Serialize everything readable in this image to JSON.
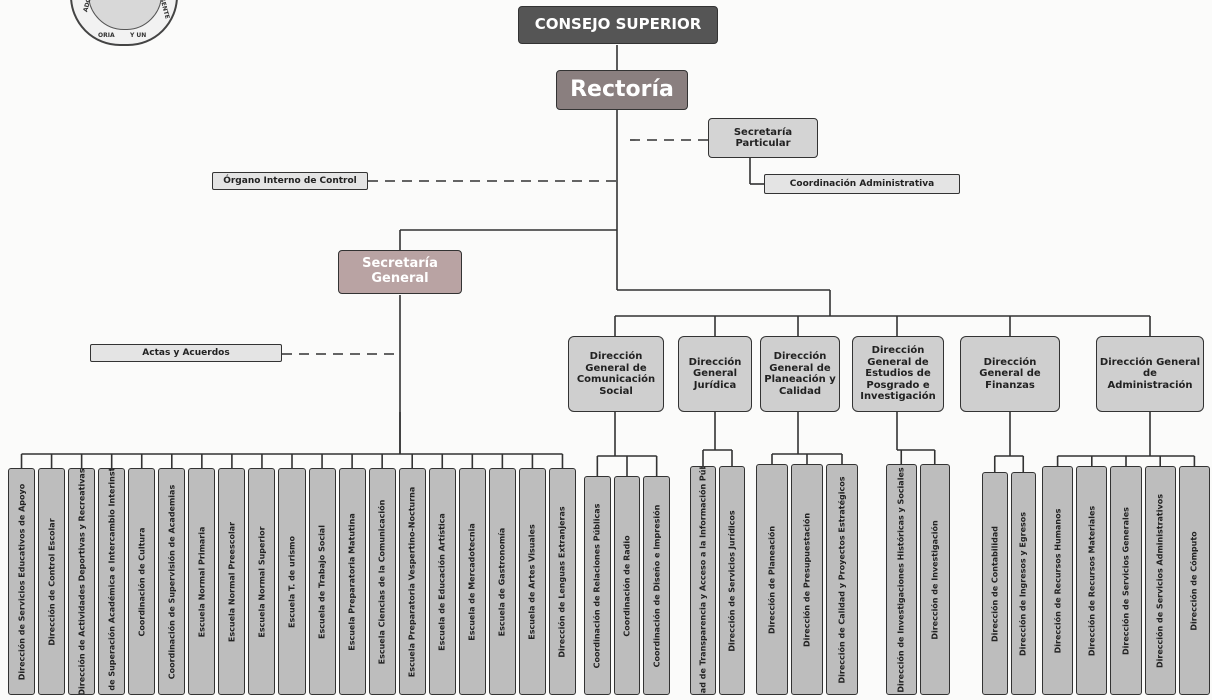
{
  "consejo": "CONSEJO SUPERIOR",
  "rectoria": "Rectoría",
  "secretaria_particular": "Secretaría Particular",
  "coordinacion_administrativa": "Coordinación Administrativa",
  "organo_interno": "Órgano Interno de Control",
  "secretaria_general": "Secretaría General",
  "actas": "Actas y Acuerdos",
  "seal_text": [
    "ADO DE",
    "ORIA",
    "Y UN",
    "PRESENTE D"
  ],
  "direcciones": [
    "Dirección General de Comunicación Social",
    "Dirección General Jurídica",
    "Dirección General de Planeación y Calidad",
    "Dirección General de Estudios de Posgrado e Investigación",
    "Dirección General de Finanzas",
    "Dirección General de Administración"
  ],
  "secretaria_units": [
    "Dirección de Servicios Educativos de Apoyo",
    "Dirección de Control Escolar",
    "Dirección de Actividades Deportivas y Recreativas",
    "Dirección de Superación Académica e Intercambio Interinstitucional",
    "Coordinación de Cultura",
    "Coordinación de Supervisión de Academias",
    "Escuela Normal Primaria",
    "Escuela Normal Preescolar",
    "Escuela Normal Superior",
    "Escuela T. de urismo",
    "Escuela de Trabajo Social",
    "Escuela Preparatoria Matutina",
    "Escuela Ciencias de la Comunicación",
    "Escuela Preparatoria Vespertino-Nocturna",
    "Escuela de Educación Artística",
    "Escuela de Mercadotecnia",
    "Escuela de Gastronomía",
    "Escuela de Artes Visuales",
    "Dirección de Lenguas Extranjeras"
  ],
  "comunicacion_units": [
    "Coordinación de Relaciones Públicas",
    "Coordinación de Radio",
    "Coordinación de Diseño e Impresión"
  ],
  "juridica_units": [
    "Unidad de Transparencia y Acceso a la Información Pública",
    "Dirección de Servicios Jurídicos"
  ],
  "planeacion_units": [
    "Dirección de Planeación",
    "Dirección de Presupuestación",
    "Dirección de Calidad y Proyectos Estratégicos"
  ],
  "posgrado_units": [
    "Dirección de Investigaciones Históricas y Sociales",
    "Dirección de Investigación"
  ],
  "finanzas_units": [
    "Dirección de Contabilidad",
    "Dirección de Ingresos y Egresos"
  ],
  "administracion_units": [
    "Dirección de Recursos Humanos",
    "Dirección de Recursos Materiales",
    "Dirección de Servicios Generales",
    "Dirección de Servicios Administrativos",
    "Dirección de Cómputo"
  ]
}
